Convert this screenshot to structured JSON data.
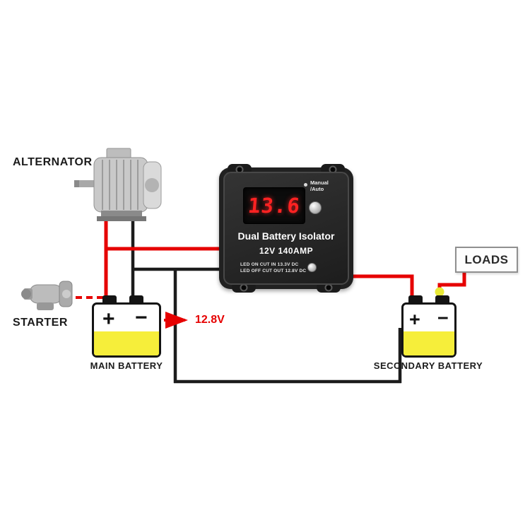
{
  "labels": {
    "alternator": "ALTERNATOR",
    "starter": "STARTER",
    "main_battery": "MAIN BATTERY",
    "secondary_battery": "SECONDARY BATTERY",
    "loads": "LOADS",
    "voltage_annotation": "12.8V"
  },
  "isolator": {
    "display_value": "13.6",
    "mode_line1": "Manual",
    "mode_line2": "/Auto",
    "title": "Dual Battery Isolator",
    "rating": "12V 140AMP",
    "spec_line1": "LED ON CUT IN 13.3V DC",
    "spec_line2": "LED OFF CUT OUT 12.8V DC"
  },
  "battery": {
    "positive_symbol": "+",
    "negative_symbol": "−"
  },
  "icons": {
    "alternator": "electric-motor-illustration",
    "starter": "starter-motor-illustration",
    "connector_dot": "yellow-connector-dot"
  },
  "colors": {
    "positive_wire": "#e60000",
    "ground_wire": "#1c1c1c",
    "battery_fill": "#f6ee3a",
    "display_digits": "#ff2222",
    "device_body": "#212121"
  }
}
